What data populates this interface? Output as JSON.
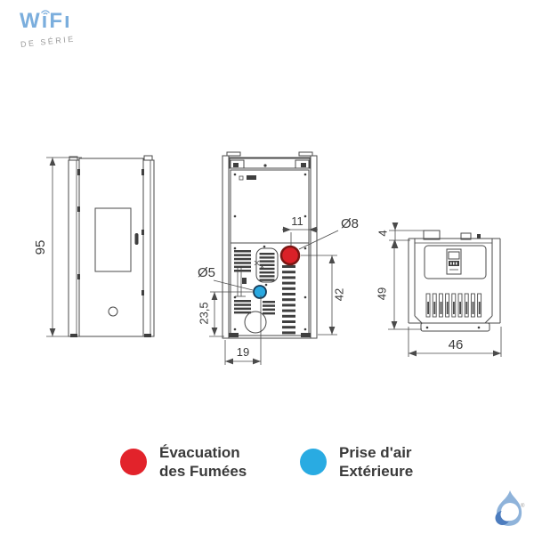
{
  "logo_wifi": {
    "title": "WiFi",
    "title_display": "WıFı",
    "subtitle": "DE SÉRIE",
    "color": "#7baedd",
    "subtitle_color": "#9b9b9b"
  },
  "diagram": {
    "side_view": {
      "height_cm": "95"
    },
    "rear_view": {
      "flue_offset_top": "11",
      "flue_diameter": "Ø8",
      "air_diameter": "Ø5",
      "air_height": "23,5",
      "flue_height": "42",
      "air_offset_side": "19"
    },
    "top_view": {
      "tab_depth": "4",
      "depth": "49",
      "width": "46"
    }
  },
  "legend": {
    "items": [
      {
        "label_line1": "Évacuation",
        "label_line2": "des Fumées",
        "color": "#e2232b"
      },
      {
        "label_line1": "Prise d'air",
        "label_line2": "Extérieure",
        "color": "#29abe2"
      }
    ]
  },
  "logo_drop": {
    "registered_mark": "®"
  },
  "colors": {
    "line": "#4a4a4a",
    "text": "#3a3a3a",
    "flue_red": "#da2128",
    "flue_red_ring": "#7a1714",
    "air_blue": "#29a8e0",
    "air_blue_ring": "#173a56",
    "drop_light_blue": "#8fb3da",
    "drop_dark_blue": "#4c7cbe"
  }
}
